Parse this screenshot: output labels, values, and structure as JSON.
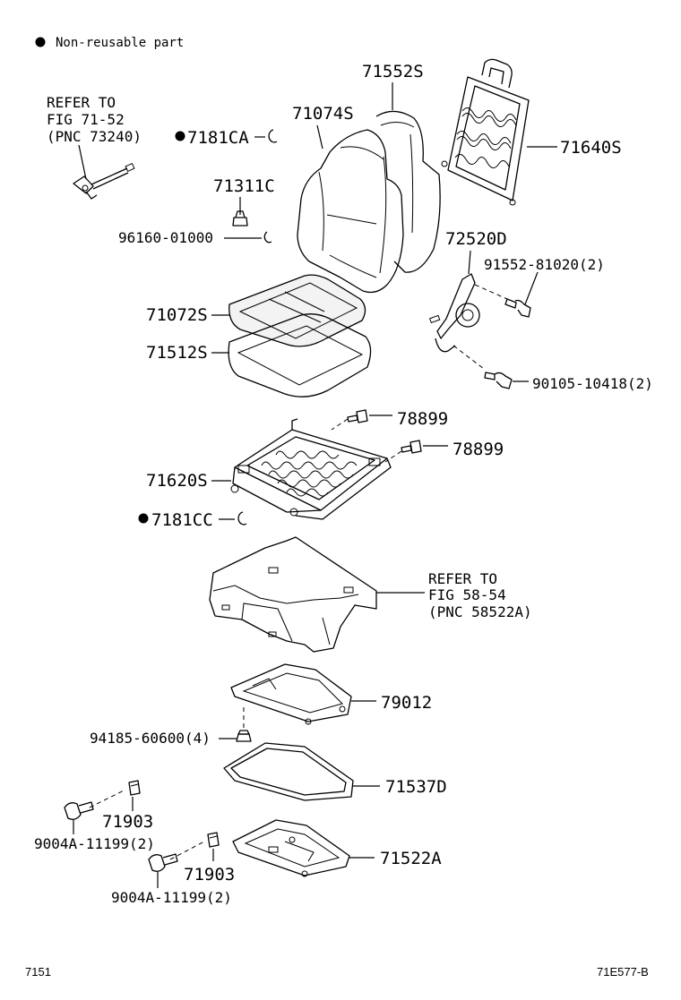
{
  "legend": {
    "marker": "●",
    "text": "Non-reusable part"
  },
  "refer_71_52": [
    "REFER TO",
    "FIG 71-52",
    "(PNC 73240)"
  ],
  "refer_58_54": [
    "REFER TO",
    "FIG 58-54",
    "(PNC 58522A)"
  ],
  "labels": {
    "p71552S": "71552S",
    "p71074S": "71074S",
    "p71640S": "71640S",
    "p7181CA": "7181CA",
    "p71311C": "71311C",
    "p96160": "96160-01000",
    "p72520D": "72520D",
    "p91552": "91552-81020(2)",
    "p71072S": "71072S",
    "p71512S": "71512S",
    "p90105": "90105-10418(2)",
    "p78899a": "78899",
    "p78899b": "78899",
    "p71620S": "71620S",
    "p7181CC": "7181CC",
    "p79012": "79012",
    "p94185": "94185-60600(4)",
    "p71537D": "71537D",
    "p71903a": "71903",
    "p9004Aa": "9004A-11199(2)",
    "p71903b": "71903",
    "p9004Ab": "9004A-11199(2)",
    "p71522A": "71522A"
  },
  "footer": {
    "left": "7151",
    "right": "71E577-B"
  }
}
